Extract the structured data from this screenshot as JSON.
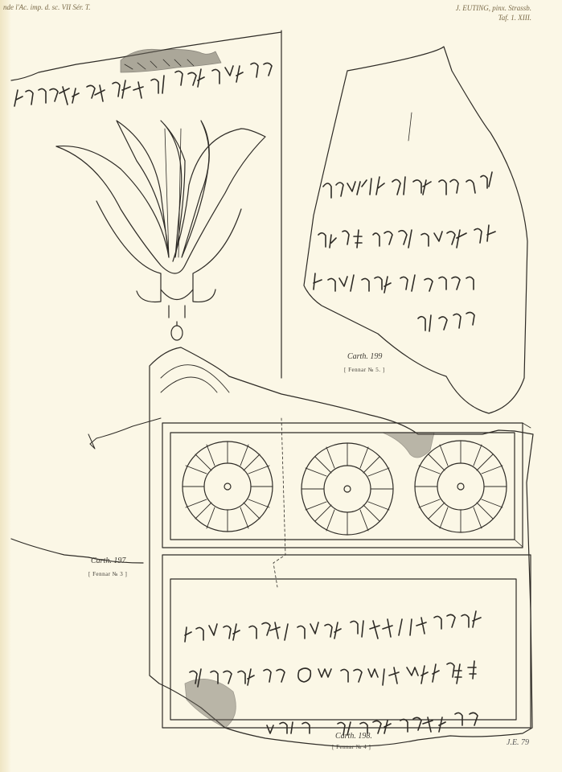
{
  "header": {
    "left": "nde l'Ac. imp. d. sc. VII Sér. T.",
    "right_line1": "J. EUTING, pinx. Strassb.",
    "right_line2": "Taf. 1. XIII."
  },
  "captions": {
    "fragment_199": {
      "label": "Carth. 199",
      "sub": "[ Fennar № 5. ]"
    },
    "fragment_197": {
      "label": "Carth. 197.",
      "sub": "[ Fennar № 3 ]"
    },
    "fragment_198": {
      "label": "Carth. 198.",
      "sub": "[ Fennar № 4 ]"
    }
  },
  "signature": "J.E. 79",
  "colors": {
    "paper": "#fbf7e6",
    "ink": "#2e2b26",
    "shade": "#6b665c"
  }
}
